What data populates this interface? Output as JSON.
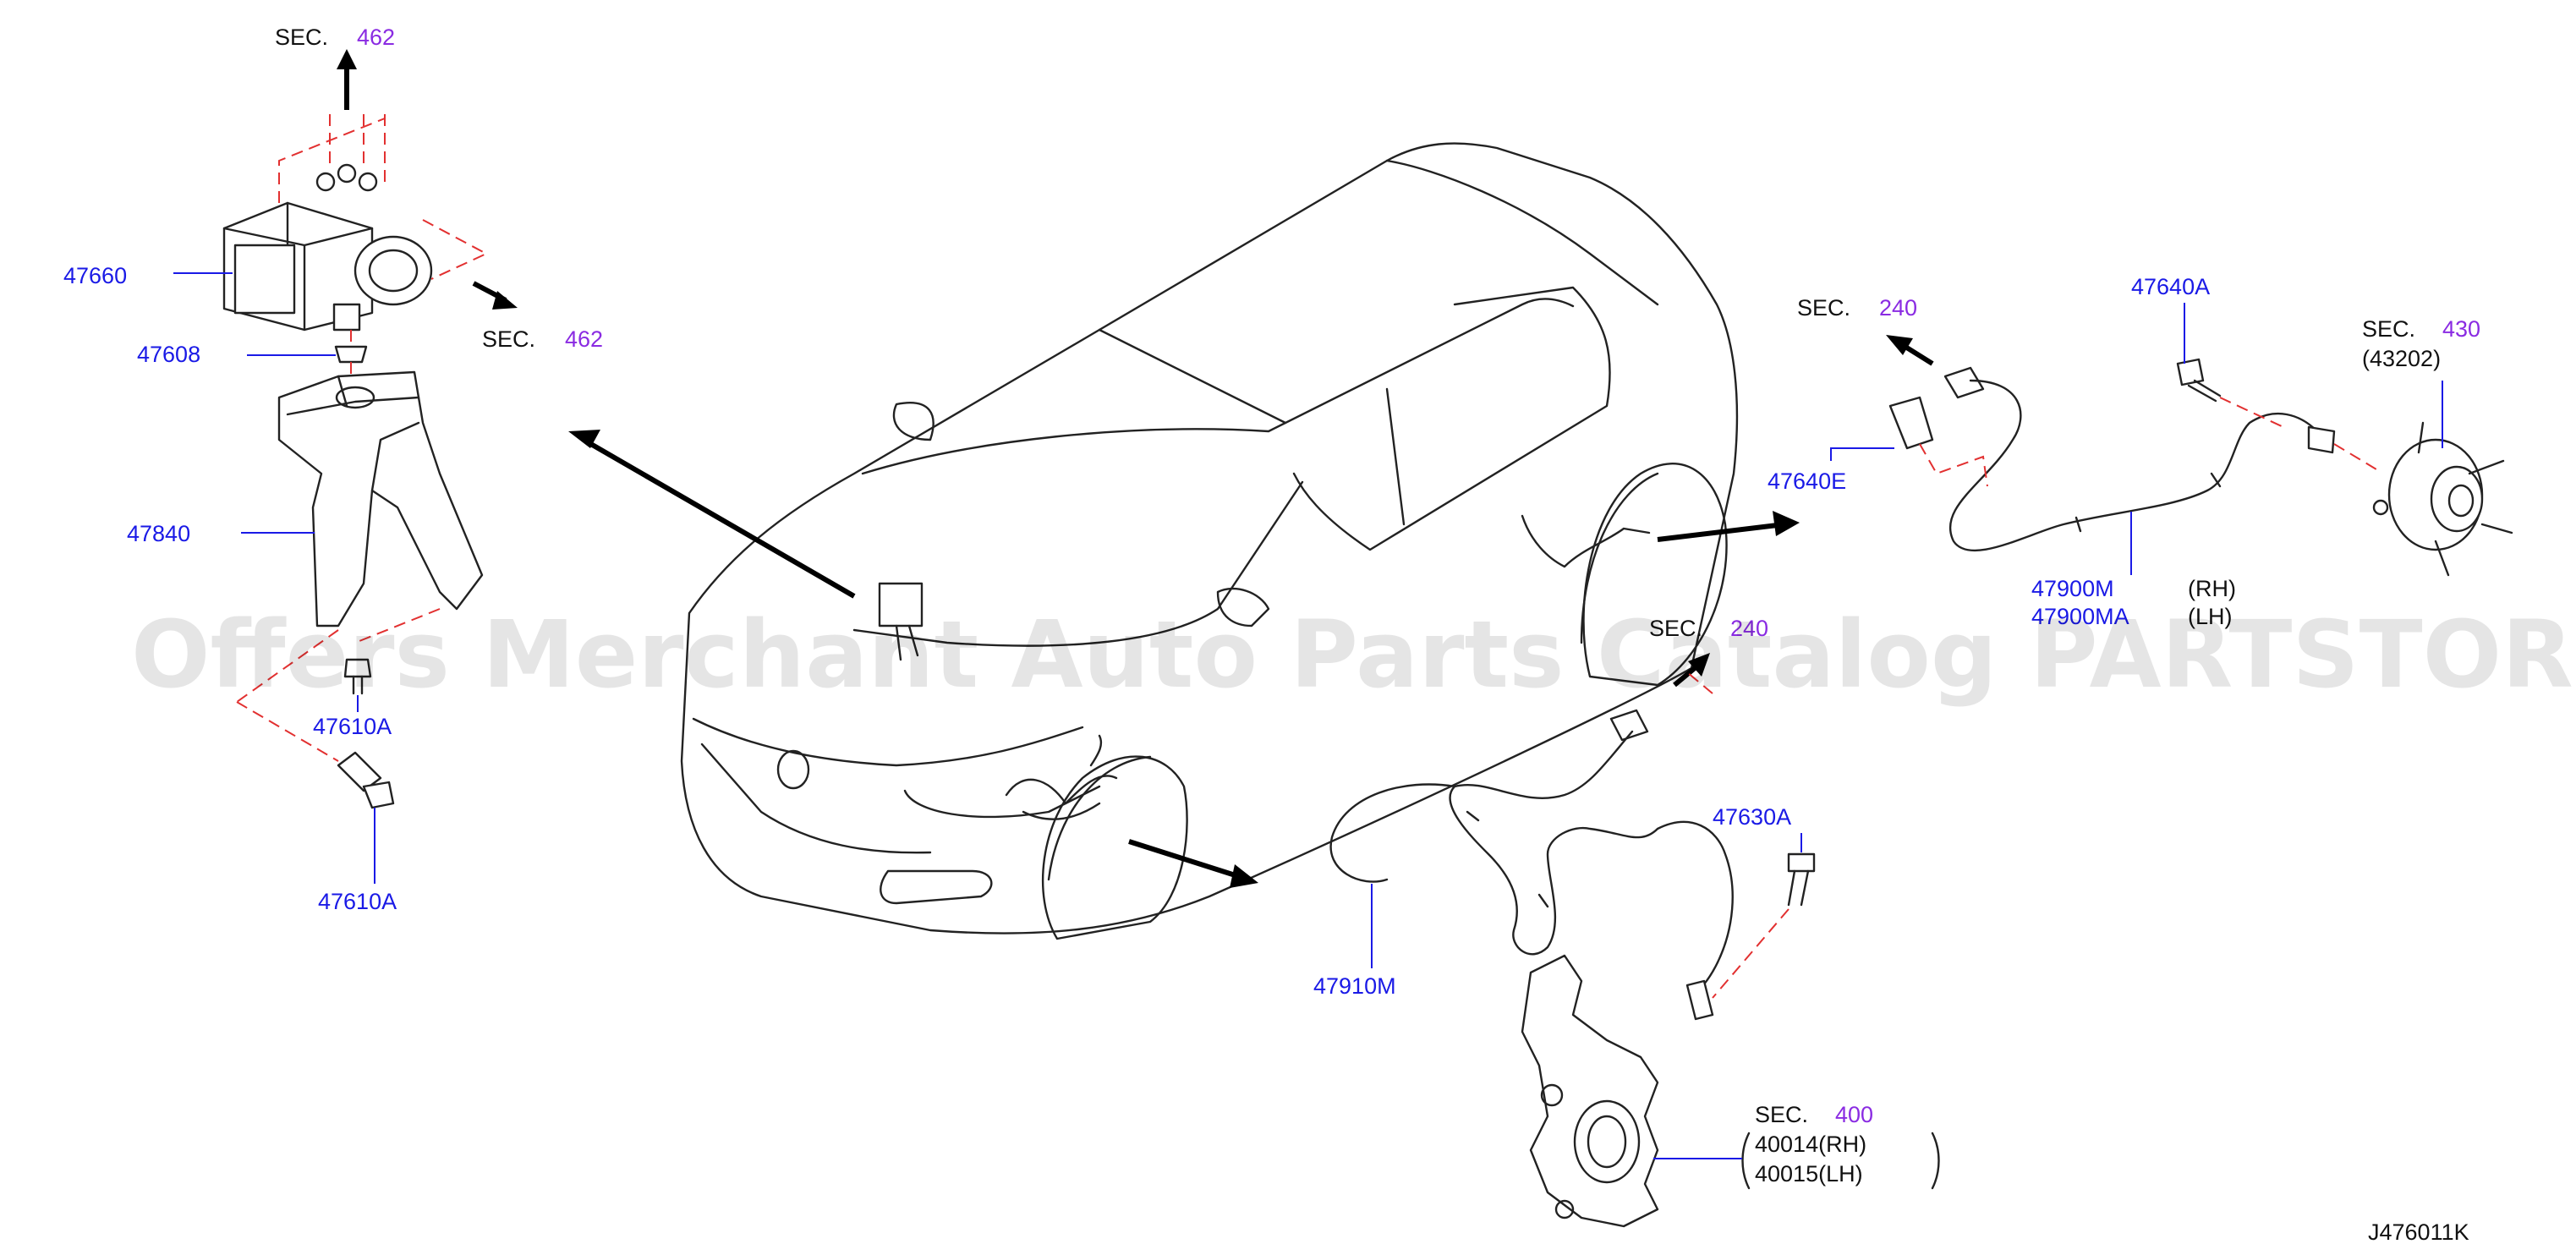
{
  "watermark": "Offers Merchant Auto Parts Catalog PARTSTORE.SA",
  "diagram_code": "J476011K",
  "colors": {
    "part_number": "#1a1ae6",
    "section_number": "#8a2be2",
    "section_label": "#111111",
    "center_line": "#e23030"
  },
  "abs_actuator": {
    "sec_top": {
      "label": "SEC.",
      "number": "462"
    },
    "sec_side": {
      "label": "SEC.",
      "number": "462"
    },
    "parts": [
      "47660",
      "47608",
      "47840",
      "47610A",
      "47610A"
    ]
  },
  "front_sensor": {
    "sec": {
      "label": "SEC.",
      "number": "240"
    },
    "parts": [
      "47630A",
      "47910M"
    ],
    "knuckle": {
      "label": "SEC.",
      "number": "400",
      "rh": "40014(RH)",
      "lh": "40015(LH)"
    }
  },
  "rear_sensor": {
    "sec": {
      "label": "SEC.",
      "number": "240"
    },
    "parts": [
      "47640A",
      "47640E",
      "47900M",
      "47900MA"
    ],
    "sides": [
      "(RH)",
      "(LH)"
    ],
    "hub": {
      "label": "SEC.",
      "number": "430",
      "ref": "(43202)"
    }
  },
  "icons": [
    "arrow-icon",
    "bolt-icon",
    "connector-icon"
  ]
}
